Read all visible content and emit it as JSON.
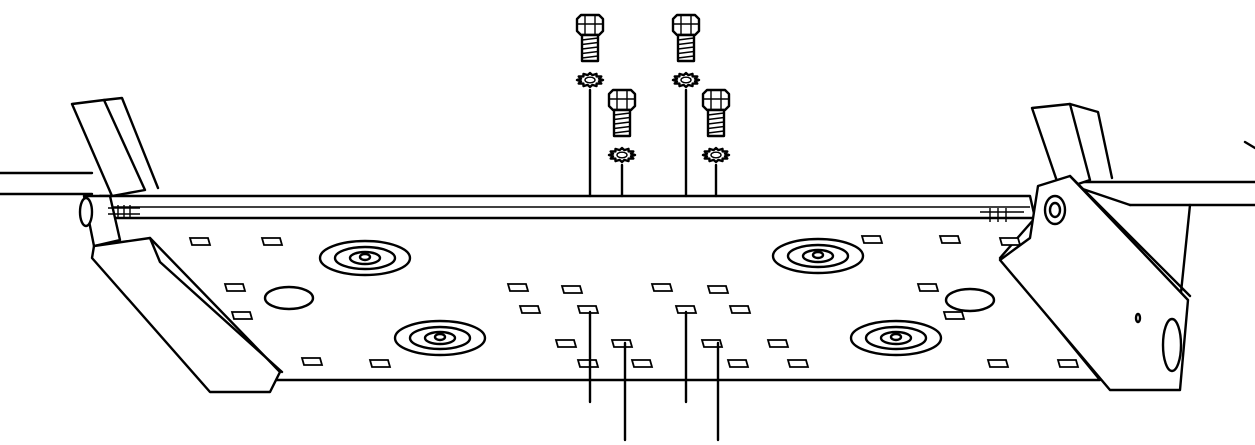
{
  "figure": {
    "subject": "mounting-bracket-assembly",
    "hardware": {
      "screws": 4,
      "washers": 4,
      "type": "hex-head-screw-with-star-washer"
    },
    "colors": {
      "stroke": "#000000",
      "fill": "#ffffff"
    },
    "icons": [
      "hex-screw-icon",
      "star-washer-icon"
    ]
  }
}
